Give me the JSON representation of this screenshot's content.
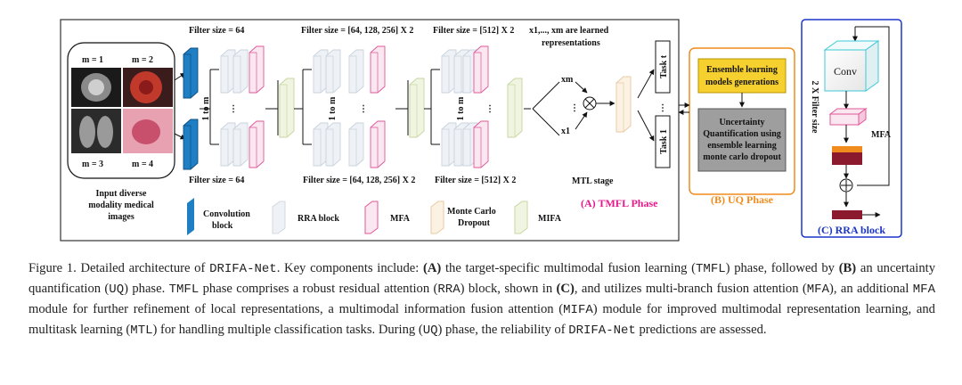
{
  "diagram": {
    "input": {
      "labels": [
        "m = 1",
        "m = 2",
        "m = 3",
        "m = 4"
      ],
      "caption": [
        "Input diverse",
        "modality medical",
        "images"
      ]
    },
    "filters": {
      "top_conv": "Filter size = 64",
      "top_rra": "Filter size = [64, 128, 256] X 2",
      "top_rra2": "Filter size = [512] X 2",
      "bottom_conv": "Filter size = 64",
      "bottom_rra": "Filter size = [64, 128, 256] X 2",
      "bottom_rra2": "Filter size = [512] X 2"
    },
    "one_to_m": "1 to m",
    "dots": "⋮",
    "learned": [
      "x1,..., xm are learned",
      "representations"
    ],
    "x_m": "xm",
    "x_1": "x1",
    "tasks": [
      "Task t",
      "Task 1"
    ],
    "mtl_stage": "MTL stage",
    "legend": {
      "conv": [
        "Convolution",
        "block"
      ],
      "rra": "RRA block",
      "mfa": "MFA",
      "mc": [
        "Monte Carlo",
        "Dropout"
      ],
      "mifa": "MIFA"
    },
    "phase_a": "(A) TMFL Phase",
    "uq": {
      "ensemble": [
        "Ensemble learning",
        "models generations"
      ],
      "uncertainty": [
        "Uncertainty",
        "Quantification using",
        "ensemble learning",
        "monte carlo dropout"
      ],
      "phase": "(B) UQ Phase"
    },
    "rra": {
      "conv": "Conv",
      "side": "2 X Filter size",
      "mfa": "MFA",
      "phase": "(C) RRA block"
    },
    "colors": {
      "conv_blue": "#1f7fc4",
      "mfa_pink": "#e0579a",
      "uq_yellow": "#f6d02e",
      "uq_gray": "#9e9e9e",
      "phase_a": "#e6198a",
      "phase_b": "#f08c1e",
      "phase_c": "#1a35c9",
      "rra_cyan": "#3fc8d8"
    }
  },
  "caption": {
    "p1": "Figure 1. Detailed architecture of ",
    "t_drifa": "DRIFA-Net",
    "p2": ". Key components include: ",
    "b_a": "(A)",
    "p3": " the target-specific multimodal fusion learning (",
    "t_tmfl": "TMFL",
    "p4": ") phase, followed by ",
    "b_b": "(B)",
    "p5": " an uncertainty quantification (",
    "t_uq": "UQ",
    "p6": ") phase. ",
    "t_tmfl2": "TMFL",
    "p7": " phase comprises a robust residual attention (",
    "t_rra": "RRA",
    "p8": ") block, shown in ",
    "b_c": "(C)",
    "p9": ", and utilizes multi-branch fusion attention (",
    "t_mfa": "MFA",
    "p10": "), an additional ",
    "t_mfa2": "MFA",
    "p11": " module for further refinement of local representations, a multimodal information fusion attention (",
    "t_mifa": "MIFA",
    "p12": ") module for improved multimodal representation learning, and multitask learning (",
    "t_mtl": "MTL",
    "p13": ") for handling multiple classification tasks. During (",
    "t_uq2": "UQ",
    "p14": ") phase, the reliability of ",
    "t_drifa2": "DRIFA-Net",
    "p15": " predictions are assessed."
  }
}
